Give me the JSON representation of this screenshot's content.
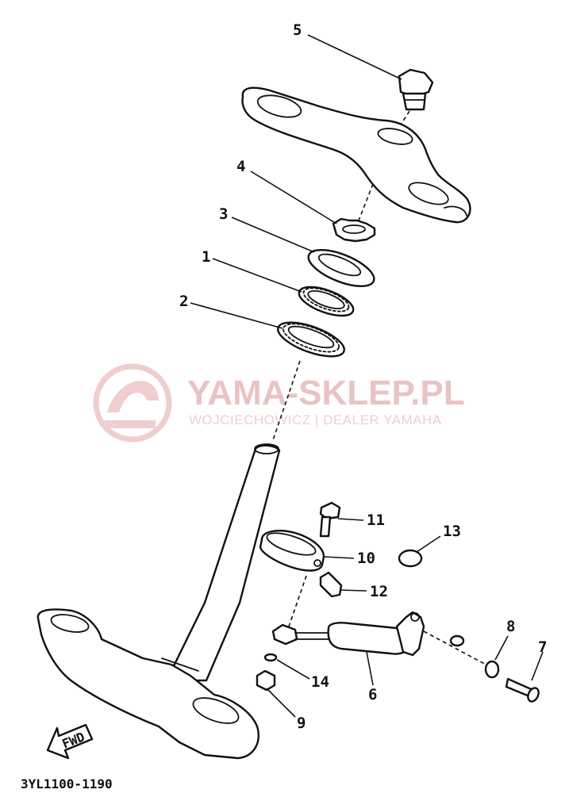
{
  "diagram": {
    "callouts": {
      "c1": "1",
      "c2": "2",
      "c3": "3",
      "c4": "4",
      "c5": "5",
      "c6": "6",
      "c7": "7",
      "c8": "8",
      "c9": "9",
      "c10": "10",
      "c11": "11",
      "c12": "12",
      "c13": "13",
      "c14": "14"
    },
    "fwd_label": "FWD",
    "part_code": "3YL1100-1190"
  },
  "watermark": {
    "title": "YAMA-SKLEP.PL",
    "subtitle": "WOJCIECHOWICZ | DEALER YAMAHA",
    "color": "#e9c3c3"
  }
}
